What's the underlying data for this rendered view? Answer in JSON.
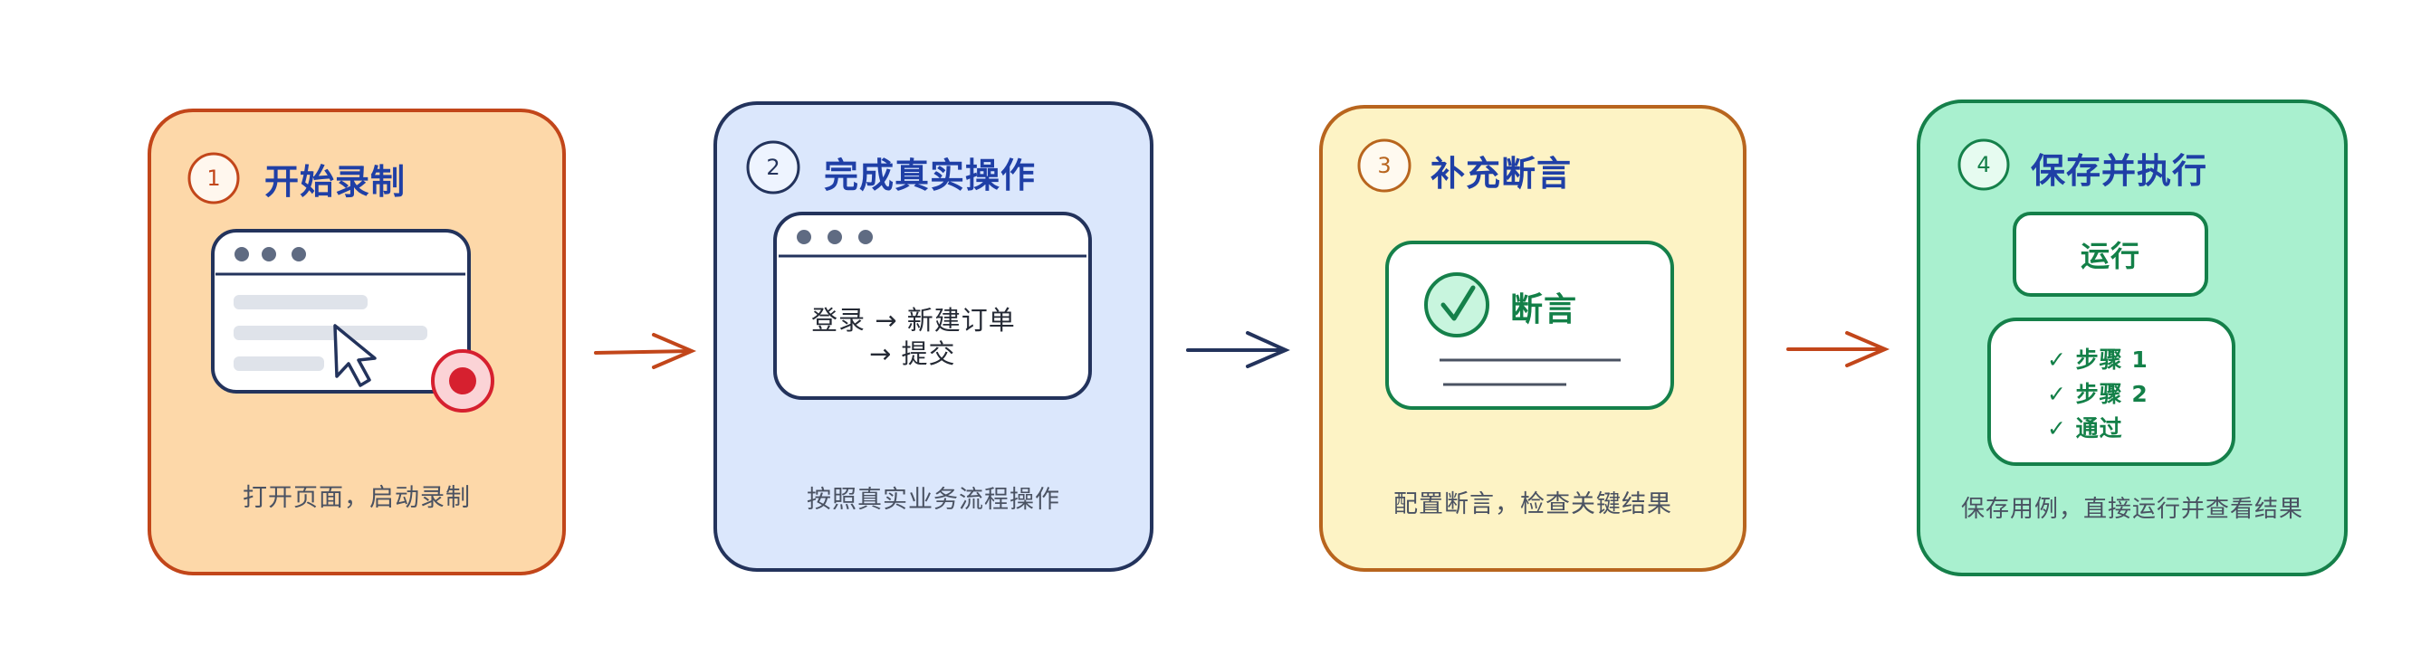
{
  "colors": {
    "step1_bg": "#fdd8a9",
    "step1_border": "#c2461a",
    "step2_bg": "#dbe7fc",
    "step2_border": "#23335c",
    "step3_bg": "#fdf3c5",
    "step3_border": "#b8651e",
    "step4_bg": "#a9f0cf",
    "step4_border": "#15804a",
    "title": "#1f3fa6",
    "arrow_orange": "#c2461a",
    "arrow_navy": "#23335c"
  },
  "steps": [
    {
      "number": "1",
      "title": "开始录制",
      "caption": "打开页面，启动录制",
      "icons": [
        "browser-window-icon",
        "cursor-icon",
        "record-icon"
      ]
    },
    {
      "number": "2",
      "title": "完成真实操作",
      "caption": "按照真实业务流程操作",
      "mock": {
        "line1": "登录 → 新建订单",
        "line2": "→ 提交"
      }
    },
    {
      "number": "3",
      "title": "补充断言",
      "caption": "配置断言，检查关键结果",
      "mock": {
        "label": "断言"
      },
      "icons": [
        "check-circle-icon"
      ]
    },
    {
      "number": "4",
      "title": "保存并执行",
      "caption": "保存用例，直接运行并查看结果",
      "run_button": "运行",
      "results": [
        "✓ 步骤 1",
        "✓ 步骤 2",
        "✓ 通过"
      ]
    }
  ],
  "arrows": [
    "arrow-right-icon",
    "arrow-right-icon",
    "arrow-right-icon"
  ]
}
